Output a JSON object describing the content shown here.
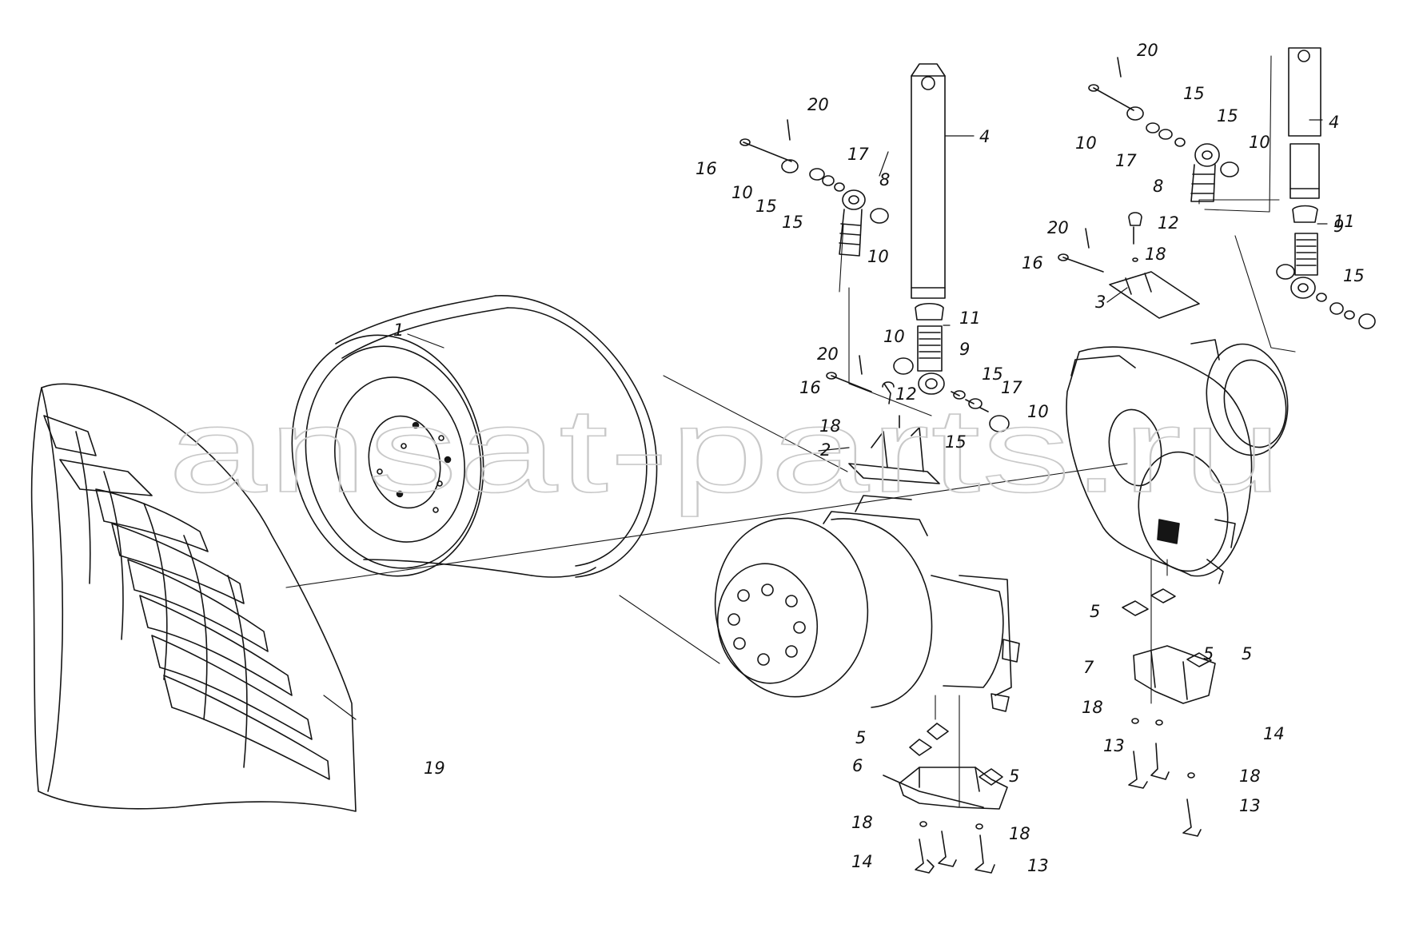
{
  "watermark": "ansat-parts.ru",
  "callouts": [
    "1",
    "2",
    "3",
    "4",
    "4",
    "5",
    "5",
    "5",
    "5",
    "5",
    "6",
    "7",
    "8",
    "8",
    "9",
    "9",
    "10",
    "10",
    "10",
    "10",
    "10",
    "10",
    "11",
    "11",
    "12",
    "12",
    "13",
    "13",
    "13",
    "14",
    "14",
    "15",
    "15",
    "15",
    "15",
    "15",
    "15",
    "15",
    "16",
    "16",
    "16",
    "17",
    "17",
    "17",
    "18",
    "18",
    "18",
    "18",
    "18",
    "18",
    "19",
    "20",
    "20",
    "20",
    "20"
  ]
}
